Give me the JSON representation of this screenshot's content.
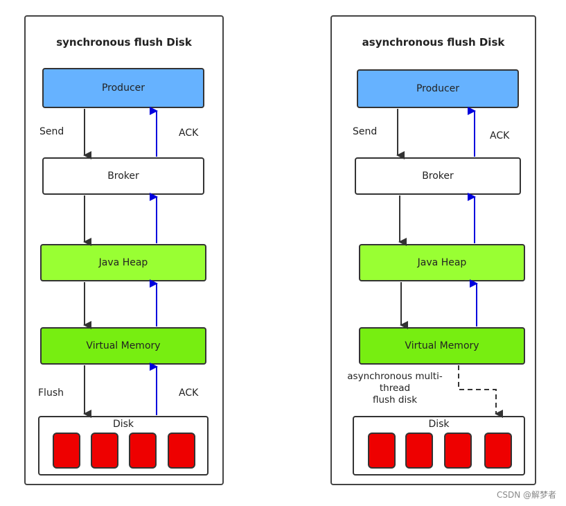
{
  "left": {
    "title": "synchronous flush Disk",
    "producer": "Producer",
    "broker": "Broker",
    "heap": "Java Heap",
    "vmem": "Virtual Memory",
    "disk": "Disk",
    "send": "Send",
    "ack_top": "ACK",
    "flush": "Flush",
    "ack_bottom": "ACK"
  },
  "right": {
    "title": "asynchronous flush Disk",
    "producer": "Producer",
    "broker": "Broker",
    "heap": "Java Heap",
    "vmem": "Virtual Memory",
    "disk": "Disk",
    "send": "Send",
    "ack_top": "ACK",
    "async_note_1": "asynchronous multi-",
    "async_note_2": "thread",
    "async_note_3": "flush disk"
  },
  "watermark": "CSDN @解梦者",
  "colors": {
    "producer": "#66b2ff",
    "java_heap": "#99ff33",
    "virtual_memory": "#77ee11",
    "disk_block": "#ee0000",
    "ack_arrow": "#0000dd",
    "send_arrow": "#333333"
  }
}
